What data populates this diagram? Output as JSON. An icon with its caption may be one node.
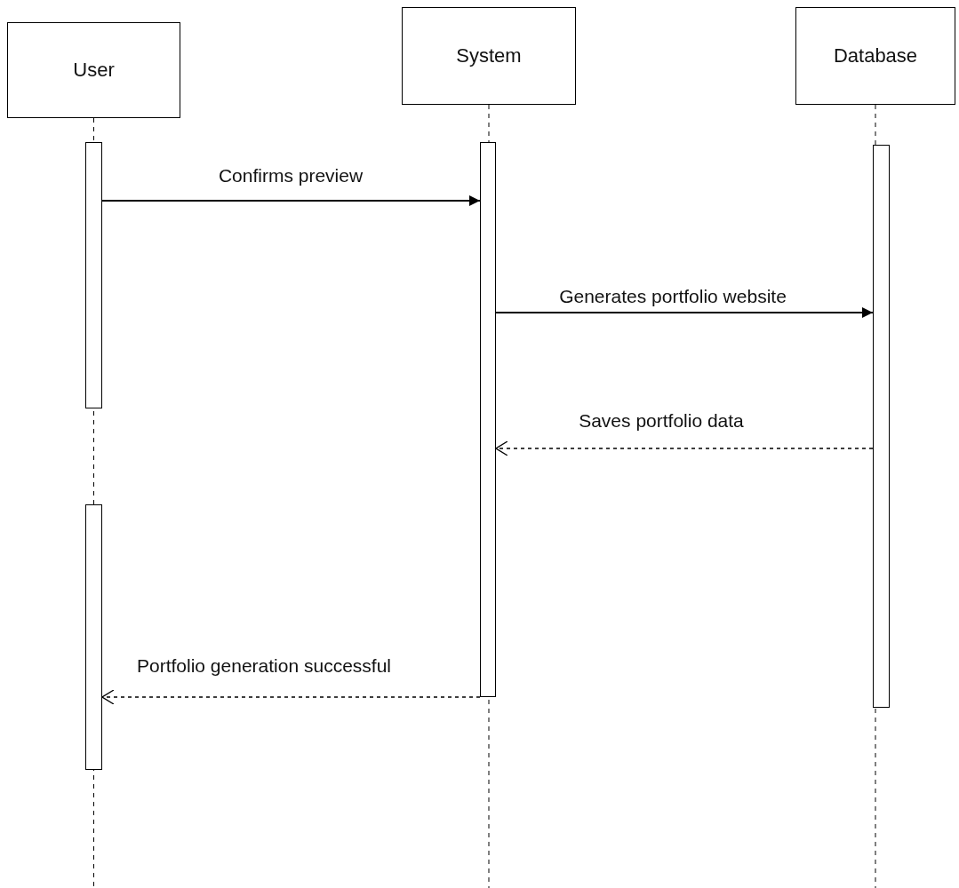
{
  "diagram": {
    "nodes": [
      {
        "text": [
          "User"
        ]
      },
      {
        "text": [
          "System"
        ]
      },
      {
        "text": [
          "Database"
        ]
      },
      {
        "text": [],
        "shape": "bar"
      },
      {
        "text": [],
        "shape": "bar"
      },
      {
        "text": [],
        "shape": "bar"
      },
      {
        "text": [],
        "shape": "bar"
      }
    ],
    "edges": [
      {
        "from": 3,
        "to": 4,
        "arrow": "to",
        "label": "Confirms preview"
      },
      {
        "from": 4,
        "to": 5,
        "arrow": "to",
        "label": "Generates portfolio website"
      },
      {
        "from": 5,
        "to": 4,
        "arrow": "to",
        "label": "Saves portfolio data",
        "style": "dashed"
      },
      {
        "from": 4,
        "to": 6,
        "arrow": "to",
        "label": "Portfolio generation successful",
        "style": "dashed"
      }
    ]
  }
}
